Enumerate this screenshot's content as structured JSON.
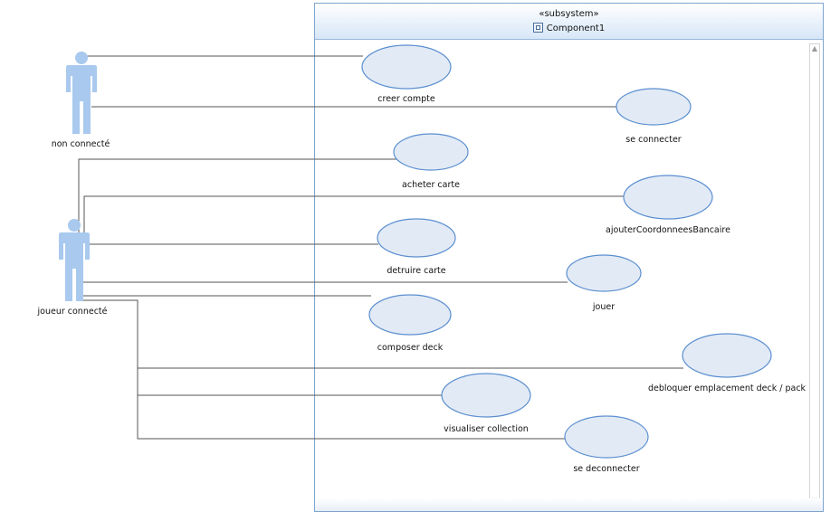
{
  "subsystem": {
    "stereotype": "«subsystem»",
    "name": "Component1",
    "icon": "component-icon"
  },
  "actors": [
    {
      "id": "non_connecte",
      "name": "non connecté"
    },
    {
      "id": "joueur_connecte",
      "name": "joueur connecté"
    }
  ],
  "use_cases": [
    {
      "id": "creer_compte",
      "label": "creer compte"
    },
    {
      "id": "se_connecter",
      "label": "se connecter"
    },
    {
      "id": "acheter_carte",
      "label": "acheter carte"
    },
    {
      "id": "ajouter_coord",
      "label": "ajouterCoordonneesBancaire"
    },
    {
      "id": "detruire_carte",
      "label": "detruire carte"
    },
    {
      "id": "jouer",
      "label": "jouer"
    },
    {
      "id": "composer_deck",
      "label": "composer deck"
    },
    {
      "id": "debloquer",
      "label": "debloquer emplacement deck / pack"
    },
    {
      "id": "visualiser",
      "label": "visualiser collection"
    },
    {
      "id": "se_deconnecter",
      "label": "se deconnecter"
    }
  ],
  "associations": [
    {
      "from": "non_connecte",
      "to": "creer_compte"
    },
    {
      "from": "non_connecte",
      "to": "se_connecter"
    },
    {
      "from": "joueur_connecte",
      "to": "acheter_carte"
    },
    {
      "from": "joueur_connecte",
      "to": "ajouter_coord"
    },
    {
      "from": "joueur_connecte",
      "to": "detruire_carte"
    },
    {
      "from": "joueur_connecte",
      "to": "jouer"
    },
    {
      "from": "joueur_connecte",
      "to": "composer_deck"
    },
    {
      "from": "joueur_connecte",
      "to": "debloquer"
    },
    {
      "from": "joueur_connecte",
      "to": "visualiser"
    },
    {
      "from": "joueur_connecte",
      "to": "se_deconnecter"
    }
  ],
  "colors": {
    "ellipse_fill": "#e2eaf5",
    "ellipse_stroke": "#5b8fd0",
    "actor_fill": "#a9c9ee",
    "line": "#555555",
    "frame": "#7fa6cf"
  }
}
